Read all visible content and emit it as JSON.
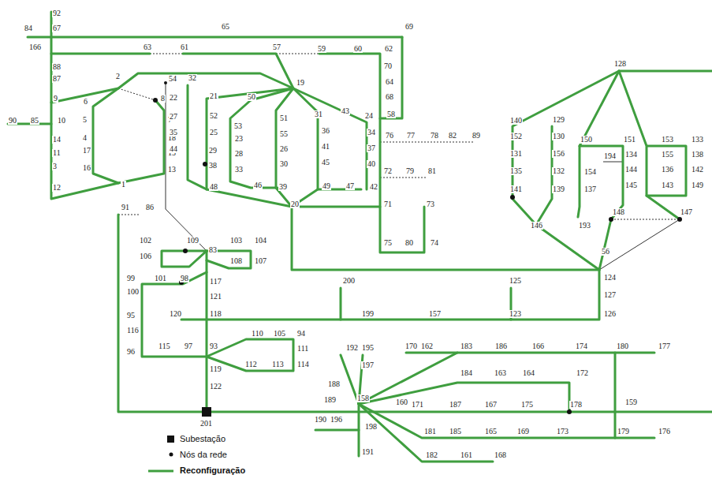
{
  "diagram": {
    "labels": [
      "92",
      "84",
      "67",
      "65",
      "69",
      "166",
      "63",
      "61",
      "57",
      "59",
      "60",
      "62",
      "88",
      "87",
      "70",
      "2",
      "19",
      "9",
      "64",
      "128",
      "6",
      "8",
      "54",
      "32",
      "21",
      "50",
      "43",
      "68",
      "58",
      "24",
      "31",
      "90",
      "85",
      "10",
      "5",
      "7",
      "22",
      "52",
      "53",
      "51",
      "36",
      "34",
      "76",
      "77",
      "78",
      "82",
      "89",
      "140",
      "129",
      "27",
      "25",
      "23",
      "55",
      "41",
      "37",
      "14",
      "4",
      "18",
      "152",
      "130",
      "150",
      "151",
      "153",
      "133",
      "35",
      "29",
      "28",
      "26",
      "45",
      "40",
      "11",
      "17",
      "15",
      "131",
      "156",
      "194",
      "134",
      "155",
      "138",
      "44",
      "38",
      "33",
      "30",
      "72",
      "79",
      "81",
      "3",
      "16",
      "13",
      "135",
      "132",
      "154",
      "144",
      "136",
      "142",
      "12",
      "1",
      "48",
      "46",
      "39",
      "49",
      "47",
      "42",
      "141",
      "139",
      "137",
      "145",
      "143",
      "149",
      "91",
      "86",
      "20",
      "71",
      "73",
      "146",
      "193",
      "148",
      "147",
      "75",
      "80",
      "74",
      "102",
      "109",
      "103",
      "104",
      "106",
      "83",
      "108",
      "107",
      "56",
      "99",
      "101",
      "98",
      "117",
      "200",
      "125",
      "124",
      "100",
      "121",
      "127",
      "120",
      "118",
      "199",
      "157",
      "123",
      "126",
      "95",
      "116",
      "110",
      "105",
      "94",
      "111",
      "96",
      "115",
      "97",
      "93",
      "192",
      "195",
      "170",
      "162",
      "183",
      "186",
      "166",
      "174",
      "180",
      "177",
      "112",
      "113",
      "114",
      "119",
      "197",
      "184",
      "163",
      "164",
      "172",
      "122",
      "188",
      "189",
      "158",
      "160",
      "171",
      "187",
      "167",
      "175",
      "178",
      "159",
      "201",
      "190",
      "196",
      "198",
      "181",
      "185",
      "165",
      "169",
      "173",
      "179",
      "176",
      "191",
      "182",
      "161",
      "168"
    ],
    "legend": [
      {
        "text": "Subestação"
      },
      {
        "text": "Nós da rede"
      },
      {
        "text": "Reconfiguração"
      }
    ]
  }
}
